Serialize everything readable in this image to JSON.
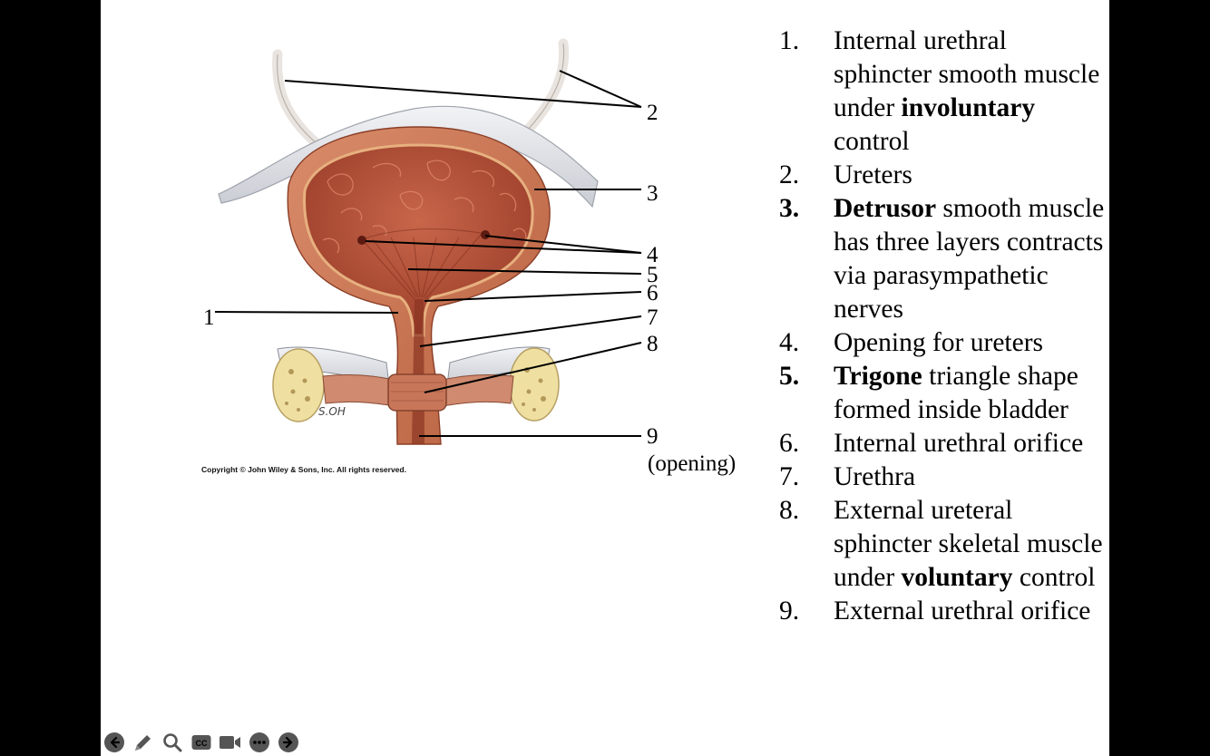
{
  "diagram": {
    "callouts": {
      "c1": "1",
      "c2": "2",
      "c3": "3",
      "c4": "4",
      "c5": "5",
      "c6": "6",
      "c7": "7",
      "c8": "8",
      "c9": "9",
      "c9_note": "(opening)"
    },
    "copyright": "Copyright © John Wiley & Sons, Inc. All rights reserved.",
    "signature": "S.OH"
  },
  "legend": [
    {
      "num": "1.",
      "num_bold": false,
      "parts": [
        {
          "text": "Internal urethral sphincter smooth muscle under ",
          "bold": false
        },
        {
          "text": "involuntary",
          "bold": true
        },
        {
          "text": " control",
          "bold": false
        }
      ]
    },
    {
      "num": "2.",
      "num_bold": false,
      "parts": [
        {
          "text": "Ureters",
          "bold": false
        }
      ]
    },
    {
      "num": "3.",
      "num_bold": true,
      "parts": [
        {
          "text": "Detrusor",
          "bold": true
        },
        {
          "text": " smooth muscle has three layers contracts via parasympathetic nerves",
          "bold": false
        }
      ]
    },
    {
      "num": "4.",
      "num_bold": false,
      "parts": [
        {
          "text": "Opening for ureters",
          "bold": false
        }
      ]
    },
    {
      "num": "5.",
      "num_bold": true,
      "parts": [
        {
          "text": "Trigone",
          "bold": true
        },
        {
          "text": " triangle shape formed inside bladder",
          "bold": false
        }
      ]
    },
    {
      "num": "6.",
      "num_bold": false,
      "parts": [
        {
          "text": "Internal urethral orifice",
          "bold": false
        }
      ]
    },
    {
      "num": "7.",
      "num_bold": false,
      "parts": [
        {
          "text": "Urethra",
          "bold": false
        }
      ]
    },
    {
      "num": "8.",
      "num_bold": false,
      "parts": [
        {
          "text": "External ureteral sphincter skeletal muscle under ",
          "bold": false
        },
        {
          "text": "voluntary",
          "bold": true
        },
        {
          "text": " control",
          "bold": false
        }
      ]
    },
    {
      "num": "9.",
      "num_bold": false,
      "parts": [
        {
          "text": "External urethral orifice",
          "bold": false
        }
      ]
    }
  ],
  "toolbar": {
    "buttons": [
      {
        "name": "previous-slide-button",
        "icon": "arrow-left-circle-icon"
      },
      {
        "name": "pen-button",
        "icon": "pencil-icon"
      },
      {
        "name": "zoom-button",
        "icon": "magnifier-icon"
      },
      {
        "name": "captions-button",
        "icon": "cc-icon",
        "label": "CC"
      },
      {
        "name": "camera-button",
        "icon": "video-camera-icon"
      },
      {
        "name": "more-options-button",
        "icon": "ellipsis-circle-icon"
      },
      {
        "name": "next-slide-button",
        "icon": "arrow-right-circle-icon"
      }
    ]
  },
  "colors": {
    "slide_background": "#ffffff",
    "frame": "#000000",
    "bladder_wall": "#c8714f",
    "bladder_lumen": "#b24f38",
    "peritoneum": "#e6e8ec",
    "pubic_bone": "#f0e2a8",
    "toolbar_icon": "#555555"
  }
}
